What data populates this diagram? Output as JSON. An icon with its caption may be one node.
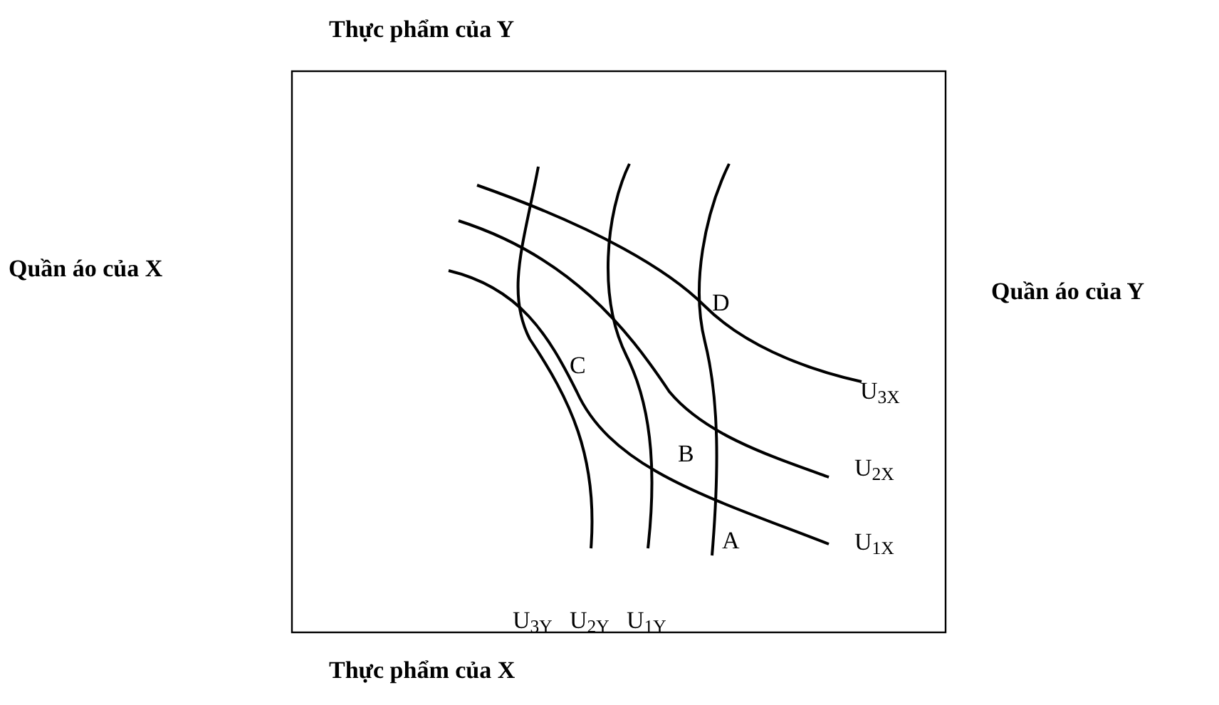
{
  "diagram": {
    "labels": [
      "Thực phẩm của Y",
      "Quần áo của X",
      "D",
      "Quần áo của Y",
      "C",
      "U$_{3X}$",
      "B",
      "U$_{2X}$",
      "U$_{1X}$",
      "A",
      "U$_{3Y}$",
      "U$_{2Y}$",
      "U$_{1Y}$",
      "Thực phẩm của X"
    ]
  }
}
